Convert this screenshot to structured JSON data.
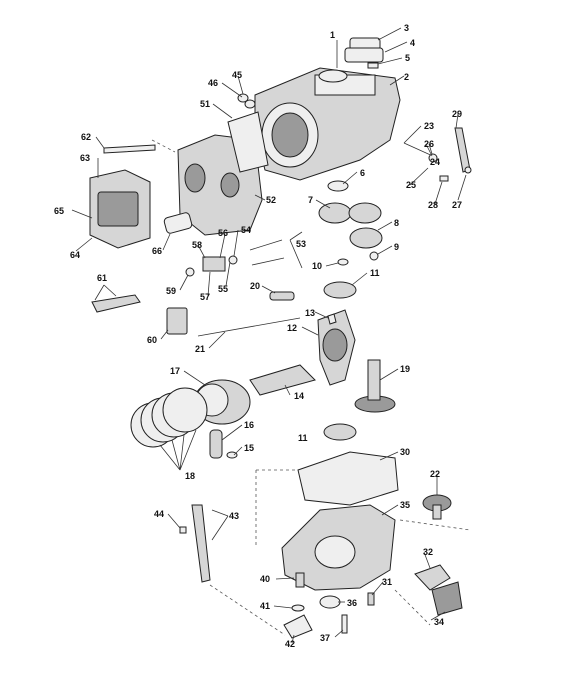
{
  "diagram": {
    "callouts": {
      "c1": "1",
      "c2": "2",
      "c3": "3",
      "c4": "4",
      "c5": "5",
      "c6": "6",
      "c7": "7",
      "c8": "8",
      "c9": "9",
      "c10": "10",
      "c11a": "11",
      "c11b": "11",
      "c12": "12",
      "c13": "13",
      "c14": "14",
      "c15": "15",
      "c16": "16",
      "c17": "17",
      "c18": "18",
      "c19": "19",
      "c20": "20",
      "c21": "21",
      "c22": "22",
      "c23": "23",
      "c24": "24",
      "c25": "25",
      "c26": "26",
      "c27": "27",
      "c28": "28",
      "c29": "29",
      "c30": "30",
      "c31": "31",
      "c32": "32",
      "c34": "34",
      "c35": "35",
      "c36": "36",
      "c37": "37",
      "c40": "40",
      "c41": "41",
      "c42": "42",
      "c43": "43",
      "c44": "44",
      "c45": "45",
      "c46": "46",
      "c51": "51",
      "c52": "52",
      "c53": "53",
      "c54": "54",
      "c55": "55",
      "c56": "56",
      "c57": "57",
      "c58": "58",
      "c59": "59",
      "c60": "60",
      "c61": "61",
      "c62": "62",
      "c63": "63",
      "c64": "64",
      "c65": "65",
      "c66": "66"
    }
  }
}
